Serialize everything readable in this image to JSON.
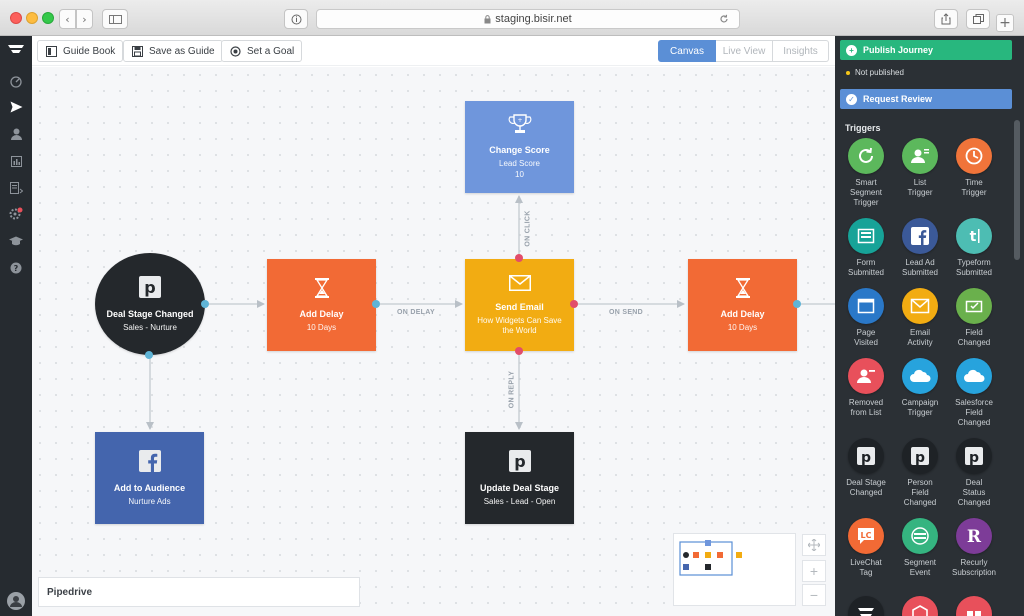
{
  "browser": {
    "url": "staging.bisir.net"
  },
  "toolbar": {
    "guide_book": "Guide Book",
    "save_as_guide": "Save as Guide",
    "set_goal": "Set a Goal",
    "tabs": [
      "Canvas",
      "Live View",
      "Insights"
    ],
    "active_tab": "Canvas"
  },
  "canvas": {
    "nodes": {
      "deal_stage": {
        "title": "Deal Stage Changed",
        "subtitle": "Sales - Nurture",
        "icon": "pipedrive-icon",
        "color": "#24282c"
      },
      "add_delay_1": {
        "title": "Add Delay",
        "subtitle": "10 Days",
        "icon": "hourglass-icon",
        "color": "#f26a35"
      },
      "send_email": {
        "title": "Send Email",
        "subtitle": "How Widgets Can Save the World",
        "icon": "envelope-icon",
        "color": "#f2ac12"
      },
      "add_delay_2": {
        "title": "Add Delay",
        "subtitle": "10 Days",
        "icon": "hourglass-icon",
        "color": "#f26a35"
      },
      "change_score": {
        "title": "Change Score",
        "subtitle": "Lead Score",
        "value": "10",
        "icon": "trophy-icon",
        "color": "#6f96dc"
      },
      "add_audience": {
        "title": "Add to Audience",
        "subtitle": "Nurture Ads",
        "icon": "facebook-icon",
        "color": "#4465ad"
      },
      "update_deal": {
        "title": "Update Deal Stage",
        "subtitle": "Sales - Lead - Open",
        "icon": "pipedrive-icon",
        "color": "#24282c"
      }
    },
    "edge_labels": {
      "on_delay": "ON DELAY",
      "on_send": "ON SEND",
      "on_click": "ON CLICK",
      "on_reply": "ON REPLY"
    },
    "app_label": "Pipedrive",
    "zoom_controls": [
      "+",
      "−"
    ]
  },
  "panel": {
    "publish": "Publish Journey",
    "status": "Not published",
    "review": "Request Review",
    "triggers_title": "Triggers",
    "triggers": [
      {
        "label": "Smart\nSegment\nTrigger",
        "color": "#5cb85c",
        "icon": "refresh-icon"
      },
      {
        "label": "List\nTrigger",
        "color": "#5cb85c",
        "icon": "user-list-icon"
      },
      {
        "label": "Time\nTrigger",
        "color": "#f0743a",
        "icon": "clock-icon"
      },
      {
        "label": "Form\nSubmitted",
        "color": "#17a398",
        "icon": "form-icon"
      },
      {
        "label": "Lead Ad\nSubmitted",
        "color": "#3b5998",
        "icon": "facebook-icon"
      },
      {
        "label": "Typeform\nSubmitted",
        "color": "#4dbdb3",
        "icon": "typeform-icon"
      },
      {
        "label": "Page\nVisited",
        "color": "#2a78c8",
        "icon": "browser-icon"
      },
      {
        "label": "Email\nActivity",
        "color": "#f2ac12",
        "icon": "envelope-icon"
      },
      {
        "label": "Field\nChanged",
        "color": "#6ab04c",
        "icon": "edit-field-icon"
      },
      {
        "label": "Removed\nfrom List",
        "color": "#e8505b",
        "icon": "user-minus-icon"
      },
      {
        "label": "Campaign\nTrigger",
        "color": "#27a3dd",
        "icon": "salesforce-icon"
      },
      {
        "label": "Salesforce\nField\nChanged",
        "color": "#27a3dd",
        "icon": "salesforce-icon"
      },
      {
        "label": "Deal Stage\nChanged",
        "color": "#1e2226",
        "icon": "pipedrive-icon"
      },
      {
        "label": "Person\nField\nChanged",
        "color": "#1e2226",
        "icon": "pipedrive-icon"
      },
      {
        "label": "Deal\nStatus\nChanged",
        "color": "#1e2226",
        "icon": "pipedrive-icon"
      },
      {
        "label": "LiveChat\nTag",
        "color": "#f26a35",
        "icon": "livechat-icon"
      },
      {
        "label": "Segment\nEvent",
        "color": "#35b480",
        "icon": "segment-icon"
      },
      {
        "label": "Recurly\nSubscription",
        "color": "#7d3c98",
        "icon": "recurly-icon"
      },
      {
        "label": "",
        "color": "#1e2226",
        "icon": "stack-icon"
      },
      {
        "label": "",
        "color": "#e8505b",
        "icon": "cube-icon"
      },
      {
        "label": "",
        "color": "#e8505b",
        "icon": "gift-icon"
      }
    ]
  }
}
